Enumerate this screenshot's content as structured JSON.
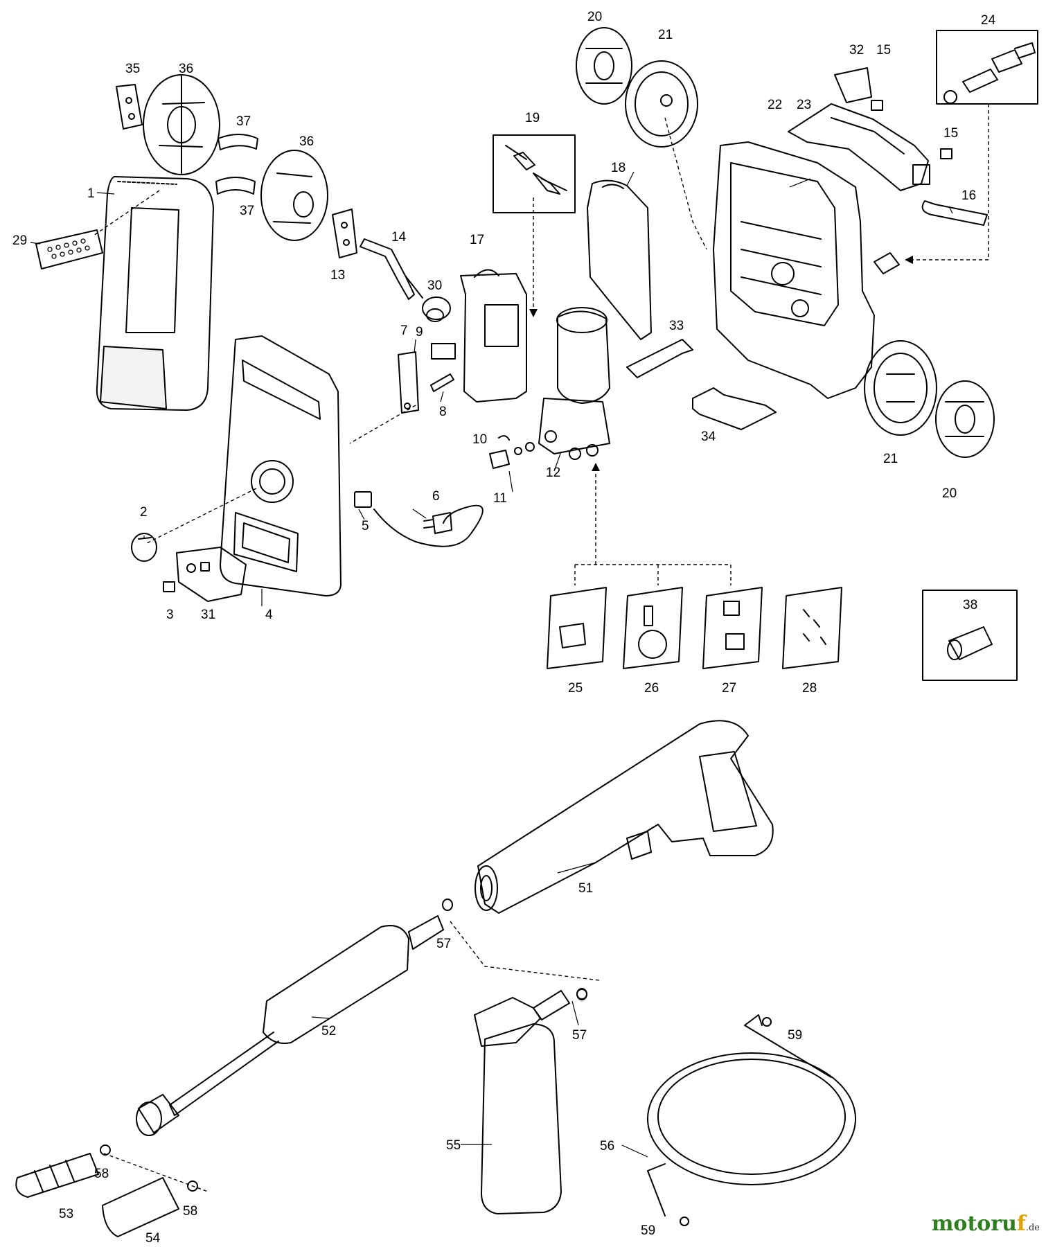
{
  "labels": {
    "l1": "1",
    "l2": "2",
    "l3": "3",
    "l4": "4",
    "l5": "5",
    "l6": "6",
    "l7": "7",
    "l8": "8",
    "l9": "9",
    "l10": "10",
    "l11": "11",
    "l12": "12",
    "l13": "13",
    "l14": "14",
    "l15a": "15",
    "l15b": "15",
    "l16": "16",
    "l17": "17",
    "l18": "18",
    "l19": "19",
    "l20a": "20",
    "l20b": "20",
    "l21a": "21",
    "l21b": "21",
    "l22": "22",
    "l23": "23",
    "l24": "24",
    "l25": "25",
    "l26": "26",
    "l27": "27",
    "l28": "28",
    "l29": "29",
    "l30": "30",
    "l31": "31",
    "l32": "32",
    "l33": "33",
    "l34": "34",
    "l35": "35",
    "l36a": "36",
    "l36b": "36",
    "l37a": "37",
    "l37b": "37",
    "l38": "38",
    "l51": "51",
    "l52": "52",
    "l53": "53",
    "l54": "54",
    "l55": "55",
    "l56": "56",
    "l57a": "57",
    "l57b": "57",
    "l58a": "58",
    "l58b": "58",
    "l59a": "59",
    "l59b": "59"
  },
  "watermark": {
    "brand_a": "motoru",
    "brand_b": "f",
    "tld": ".de"
  }
}
